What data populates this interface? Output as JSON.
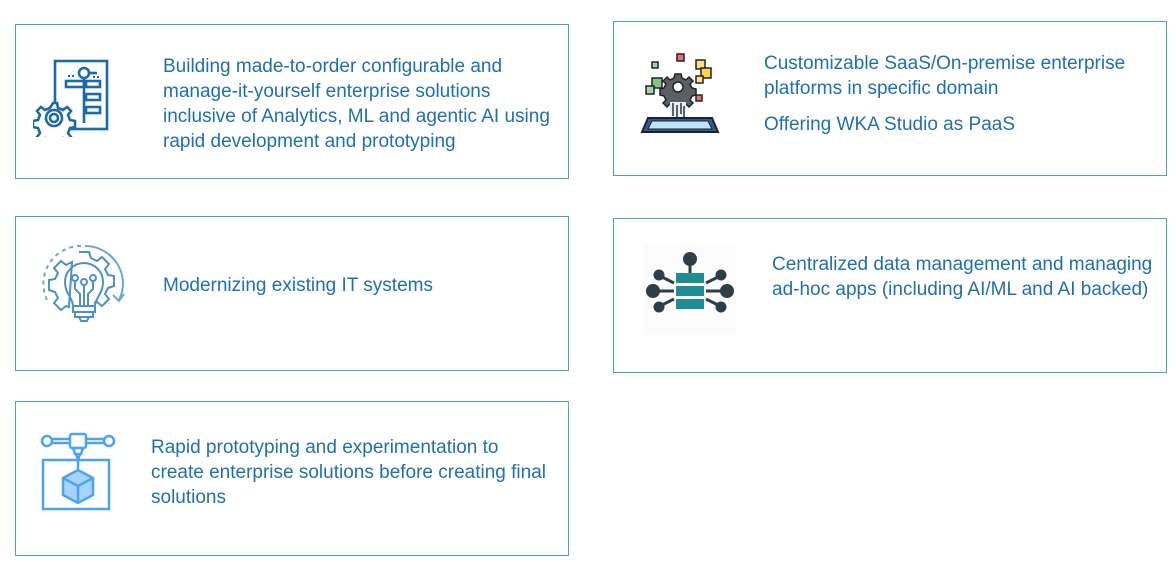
{
  "cards": [
    {
      "id": "enterprise-solutions",
      "icon": "gear-flowchart-icon",
      "lines": [
        "Building made-to-order configurable and manage-it-yourself enterprise solutions inclusive of Analytics, ML and agentic AI using rapid development and prototyping"
      ]
    },
    {
      "id": "platforms",
      "icon": "platform-gear-icon",
      "lines": [
        "Customizable SaaS/On-premise enterprise platforms in specific domain",
        "Offering WKA Studio as PaaS"
      ]
    },
    {
      "id": "modernizing",
      "icon": "lightbulb-gear-icon",
      "lines": [
        "Modernizing existing IT systems"
      ]
    },
    {
      "id": "data-management",
      "icon": "data-hub-icon",
      "lines": [
        "Centralized data management and managing ad-hoc apps (including AI/ML and AI backed)"
      ]
    },
    {
      "id": "prototyping",
      "icon": "3d-printer-icon",
      "lines": [
        "Rapid prototyping and experimentation to create enterprise solutions before creating final solutions"
      ]
    }
  ],
  "colors": {
    "text": "#1f6fb2",
    "border": "#4aa3c8",
    "icon_blue_dark": "#1d6aa8",
    "icon_blue_light": "#4ba3f2",
    "icon_teal": "#208c94",
    "icon_slate": "#2f3e46"
  }
}
